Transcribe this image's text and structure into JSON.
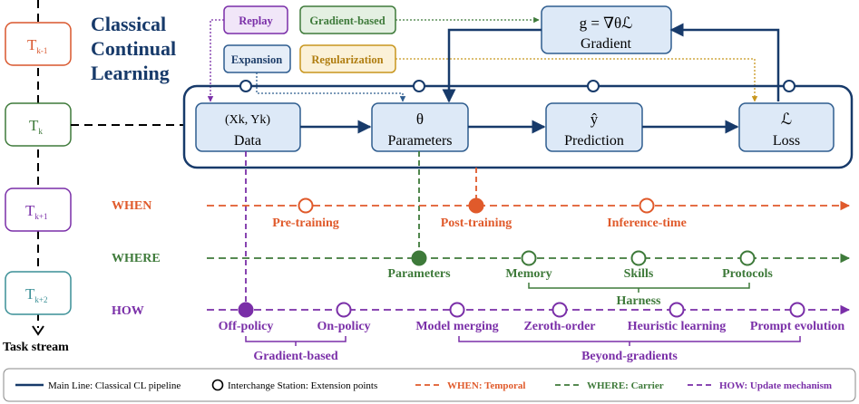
{
  "title": {
    "line1": "Classical",
    "line2": "Continual",
    "line3": "Learning"
  },
  "tasks": {
    "t_km1": {
      "base": "T",
      "sub": "k-1"
    },
    "t_k": {
      "base": "T",
      "sub": "k"
    },
    "t_kp1": {
      "base": "T",
      "sub": "k+1"
    },
    "t_kp2": {
      "base": "T",
      "sub": "k+2"
    },
    "stream_label": "Task stream"
  },
  "tags": {
    "replay": "Replay",
    "gradient_based": "Gradient-based",
    "expansion": "Expansion",
    "regularization": "Regularization"
  },
  "gradient_box": {
    "formula": "g = ∇θℒ",
    "label": "Gradient"
  },
  "pipeline": {
    "data": {
      "symbol": "(Xk, Yk)",
      "label": "Data"
    },
    "params": {
      "symbol": "θ",
      "label": "Parameters"
    },
    "pred": {
      "symbol": "ŷ",
      "label": "Prediction"
    },
    "loss": {
      "symbol": "ℒ",
      "label": "Loss"
    }
  },
  "when": {
    "label": "WHEN",
    "stations": [
      "Pre-training",
      "Post-training",
      "Inference-time"
    ]
  },
  "where": {
    "label": "WHERE",
    "stations": [
      "Parameters",
      "Memory",
      "Skills",
      "Protocols"
    ],
    "group": "Harness"
  },
  "how": {
    "label": "HOW",
    "stations": [
      "Off-policy",
      "On-policy",
      "Model merging",
      "Zeroth-order",
      "Heuristic learning",
      "Prompt evolution"
    ],
    "group_left": "Gradient-based",
    "group_right": "Beyond-gradients"
  },
  "legend": {
    "main": "Main Line: Classical CL pipeline",
    "station": "Interchange Station: Extension points",
    "when": "WHEN: Temporal",
    "where": "WHERE: Carrier",
    "how": "HOW: Update mechanism"
  },
  "colors": {
    "navy": "#173a6a",
    "box_fill": "#dde9f7",
    "box_stroke": "#2f5d8f",
    "red": "#e05a2b",
    "green": "#3e7a3a",
    "purple": "#7a2fa8",
    "teal": "#3a8f96",
    "gold": "#c8961e"
  }
}
